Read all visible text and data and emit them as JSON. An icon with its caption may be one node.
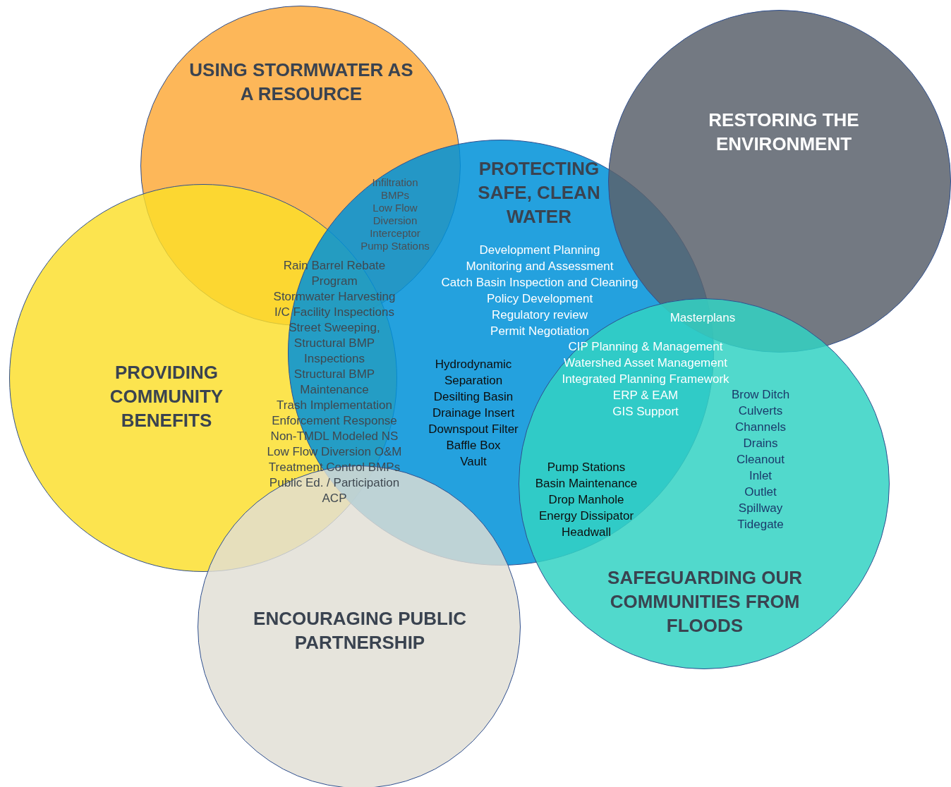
{
  "diagram": {
    "nodes": [
      {
        "text": [
          "USING STORMWATER AS A RESOURCE"
        ]
      },
      {
        "text": [
          "RESTORING THE ENVIRONMENT"
        ]
      },
      {
        "text": [
          "PROTECTING SAFE, CLEAN WATER"
        ]
      },
      {
        "text": [
          "PROVIDING COMMUNITY BENEFITS"
        ]
      },
      {
        "text": [
          "SAFEGUARDING OUR COMMUNITIES FROM FLOODS"
        ]
      },
      {
        "text": [
          "ENCOURAGING PUBLIC PARTNERSHIP"
        ]
      }
    ],
    "labels": [
      "Infiltration BMPs",
      "Low Flow Diversion",
      "Interceptor Pump Stations",
      "Rain Barrel Rebate Program",
      "Stormwater Harvesting",
      "I/C Facility Inspections",
      "Street Sweeping, Structural BMP Inspections",
      "Structural BMP Maintenance",
      "Trash Implementation",
      "Enforcement Response",
      "Non-TMDL Modeled NS",
      "Low Flow Diversion O&M",
      "Treatment Control BMPs",
      "Public Ed. / Participation",
      "ACP",
      "Development Planning",
      "Monitoring and Assessment",
      "Catch Basin Inspection and Cleaning",
      "Policy Development",
      "Regulatory review",
      "Permit Negotiation",
      "Masterplans",
      "Hydrodynamic Separation",
      "Desilting Basin",
      "Drainage Insert",
      "Downspout Filter",
      "Baffle Box",
      "Vault",
      "CIP Planning & Management",
      "Watershed Asset Management",
      "Integrated Planning Framework",
      "ERP & EAM",
      "GIS Support",
      "Pump Stations",
      "Basin Maintenance",
      "Drop Manhole",
      "Energy Dissipator",
      "Headwall",
      "Brow Ditch",
      "Culverts",
      "Channels",
      "Drains",
      "Cleanout",
      "Inlet",
      "Outlet",
      "Spillway",
      "Tidegate"
    ]
  }
}
